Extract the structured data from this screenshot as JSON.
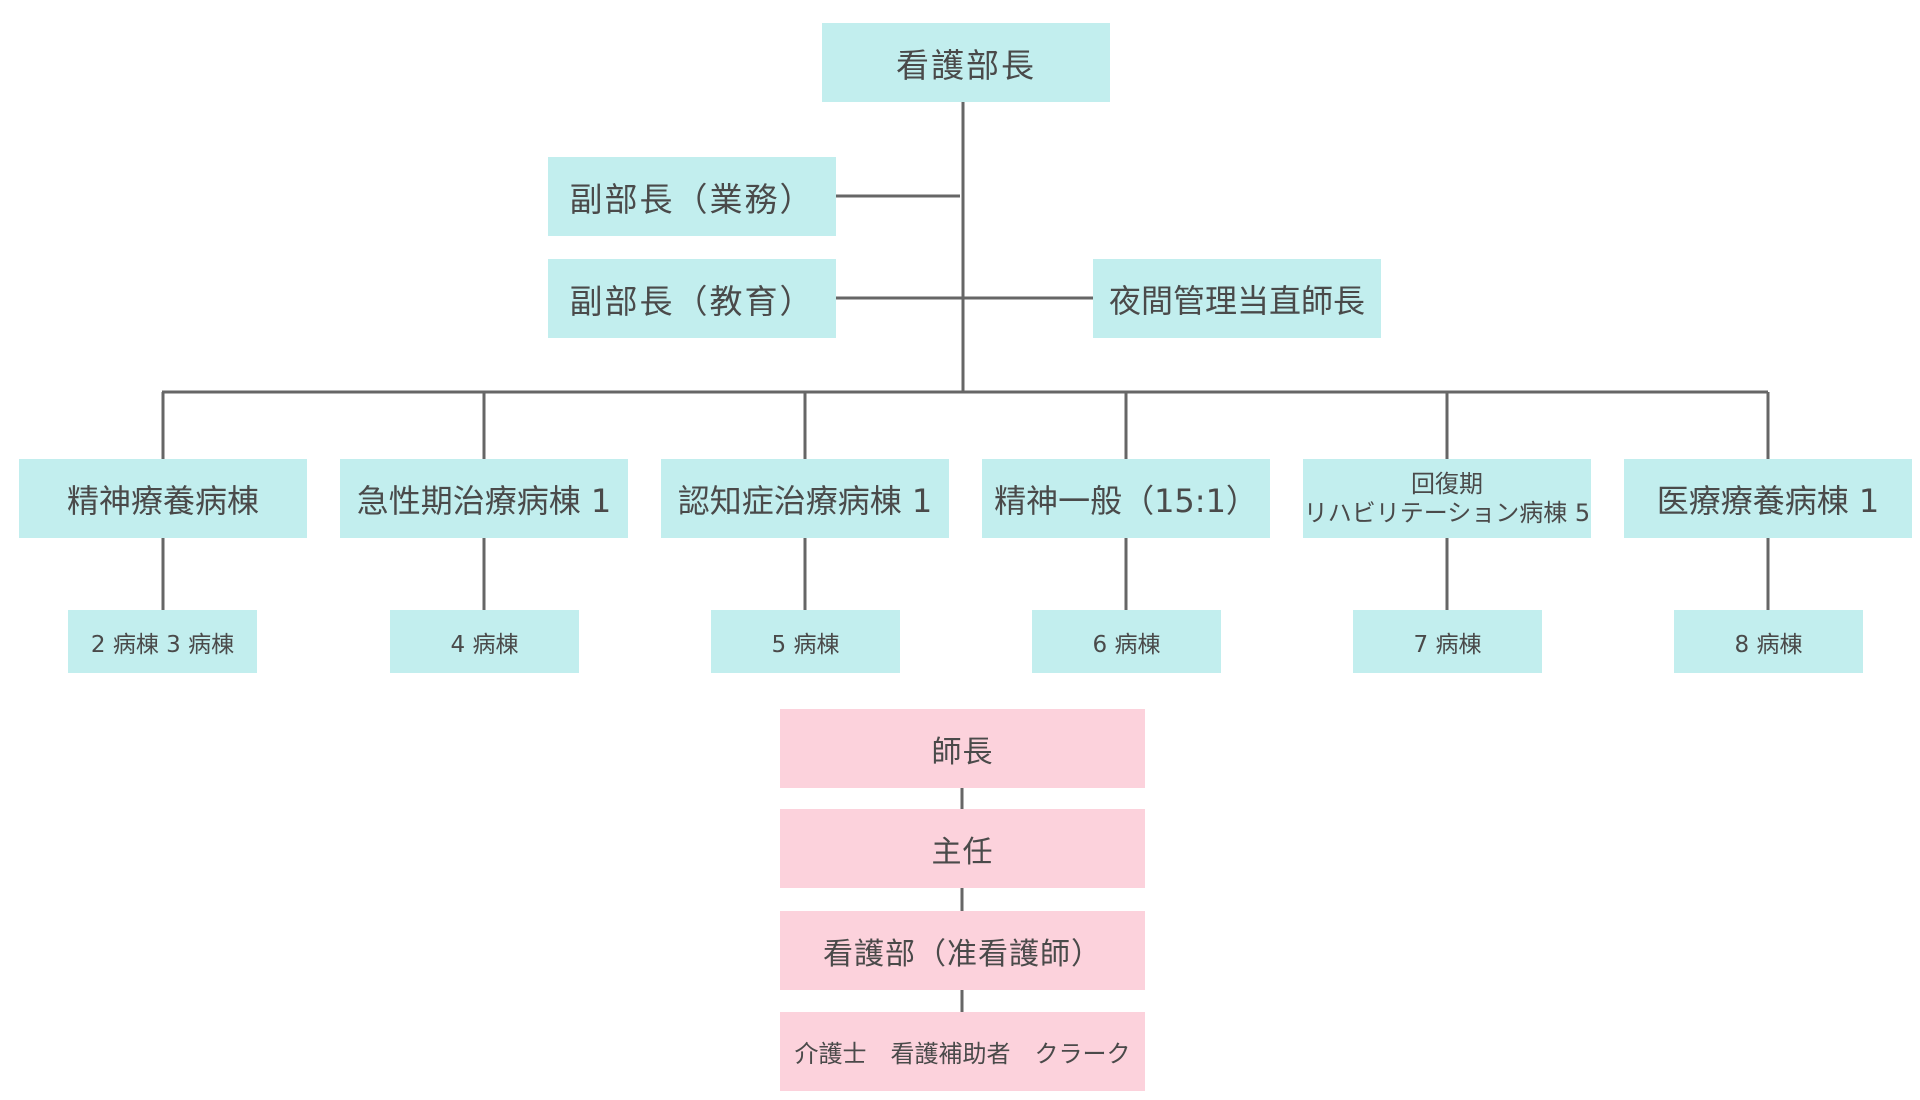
{
  "org_chart": {
    "head": "看護部長",
    "deputies": [
      "副部長（業務）",
      "副部長（教育）"
    ],
    "night_manager": "夜間管理当直師長",
    "wards": [
      {
        "label": "精神療養病棟",
        "sub": "2 病棟 3 病棟"
      },
      {
        "label": "急性期治療病棟 1",
        "sub": "4 病棟"
      },
      {
        "label": "認知症治療病棟 1",
        "sub": "5 病棟"
      },
      {
        "label": "精神一般（15:1）",
        "sub": "6 病棟"
      },
      {
        "label": "回復期\nリハビリテーション病棟 5",
        "sub": "7 病棟"
      },
      {
        "label": "医療療養病棟 1",
        "sub": "8 病棟"
      }
    ],
    "ranks": [
      "師長",
      "主任",
      "看護部（准看護師）",
      "介護士　看護補助者　クラーク"
    ]
  },
  "colors": {
    "department_box": "#c2eeee",
    "rank_box": "#fcd2dc",
    "connector": "#666666"
  }
}
